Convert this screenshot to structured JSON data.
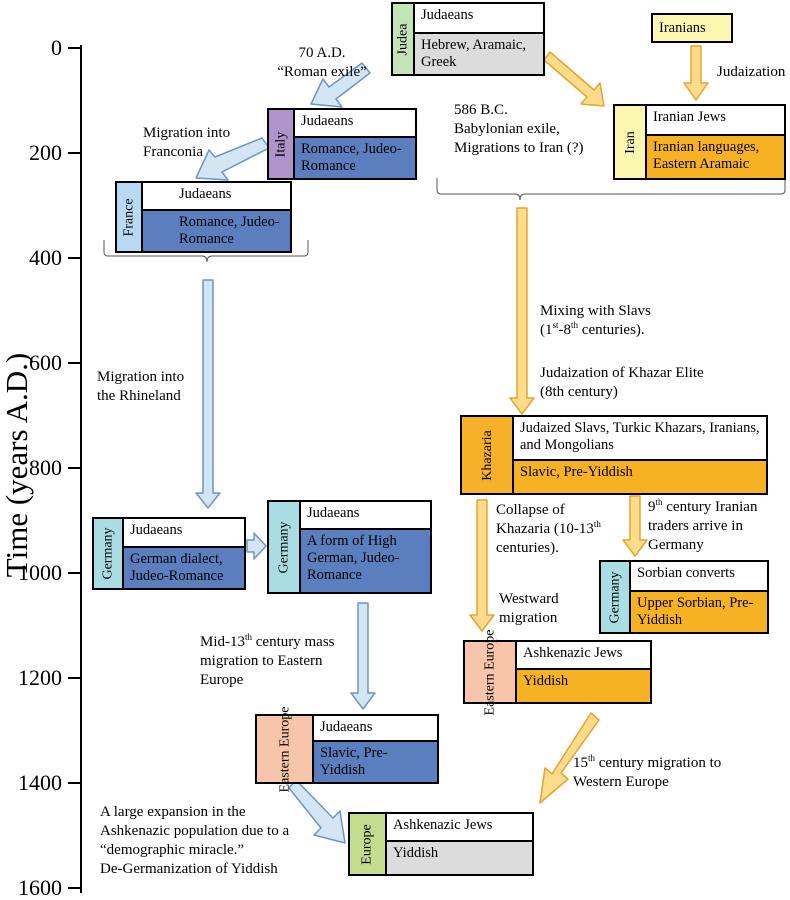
{
  "axis": {
    "title": "Time (years A.D.)",
    "ticks": [
      "0",
      "200",
      "400",
      "600",
      "800",
      "1000",
      "1200",
      "1400",
      "1600"
    ]
  },
  "nodes": {
    "judea": {
      "region": "Judea",
      "population": "Judaeans",
      "languages": "Hebrew, Aramaic, Greek"
    },
    "iranians": {
      "population": "Iranians"
    },
    "italy": {
      "region": "Italy",
      "population": "Judaeans",
      "languages": "Romance, Judeo-Romance"
    },
    "iran": {
      "region": "Iran",
      "population": "Iranian Jews",
      "languages": "Iranian languages, Eastern Aramaic"
    },
    "france": {
      "region": "France",
      "population": "Judaeans",
      "languages": "Romance, Judeo-Romance"
    },
    "khazaria": {
      "region": "Khazaria",
      "population": "Judaized Slavs, Turkic Khazars, Iranians, and Mongolians",
      "languages": "Slavic, Pre-Yiddish"
    },
    "germany1": {
      "region": "Germany",
      "population": "Judaeans",
      "languages": "German dialect, Judeo-Romance"
    },
    "germany2": {
      "region": "Germany",
      "population": "Judaeans",
      "languages": "A form of High German, Judeo-Romance"
    },
    "germany_sorb": {
      "region": "Germany",
      "population": "Sorbian converts",
      "languages": "Upper Sorbian, Pre-Yiddish"
    },
    "eastern_europe_east": {
      "region": "Eastern Europe",
      "population": "Ashkenazic Jews",
      "languages": "Yiddish"
    },
    "eastern_europe_west": {
      "region": "Eastern Europe",
      "population": "Judaeans",
      "languages": "Slavic, Pre-Yiddish"
    },
    "europe": {
      "region": "Europe",
      "population": "Ashkenazic Jews",
      "languages": "Yiddish"
    }
  },
  "annotations": {
    "roman_exile": [
      "70 A.D.",
      "“Roman exile”"
    ],
    "judaization": "Judaization",
    "babylonian": [
      "586 B.C.",
      "Babylonian exile,",
      "Migrations to Iran (?)"
    ],
    "franconia": [
      "Migration into",
      "Franconia"
    ],
    "mixing_slavs": {
      "line1": "Mixing with Slavs",
      "open": "(1",
      "sup1": "st",
      "dash": "-8",
      "sup2": "th",
      "close": " centuries)."
    },
    "khazar_elite": [
      "Judaization of Khazar Elite",
      "(8th century)"
    ],
    "rhineland": [
      "Migration into",
      "the Rhineland"
    ],
    "collapse": {
      "line1": "Collapse of",
      "line2": "Khazaria (10-13",
      "sup": "th",
      "line3": "centuries)."
    },
    "iranian_traders": {
      "num": "9",
      "sup": "th",
      "rest": " century Iranian",
      "line2": "traders arrive in",
      "line3": "Germany"
    },
    "westward": [
      "Westward",
      "migration"
    ],
    "mid13": {
      "pre": "Mid-13",
      "sup": "th",
      "post": " century mass",
      "line2": "migration to Eastern",
      "line3": "Europe"
    },
    "fifteenth": {
      "num": "15",
      "sup": "th",
      "rest": " century migration to",
      "line2": "Western Europe"
    },
    "expansion": [
      "A large expansion in the",
      "Ashkenazic population due to a",
      "“demographic miracle.”",
      "De-Germanization of Yiddish"
    ]
  },
  "colors": {
    "blue": "#5b7ebf",
    "gray": "#dcdcdc",
    "orange": "#f7b224",
    "arrow_blue_fill": "#d4e5f4",
    "arrow_blue_stroke": "#6f95c1",
    "arrow_yellow_fill": "#fddc8c",
    "arrow_yellow_stroke": "#e5a32c",
    "judea_region": "#c5e3b9",
    "italy_region": "#ae94c9",
    "iran_region": "#fbf6b0",
    "iranians_box": "#fbf6b0",
    "france_region": "#b7d9f2",
    "khazaria_region": "#f6b02a",
    "germany_region": "#a9dde3",
    "eastern_europe_region": "#f7c6aa",
    "europe_region": "#c4dc8e"
  }
}
